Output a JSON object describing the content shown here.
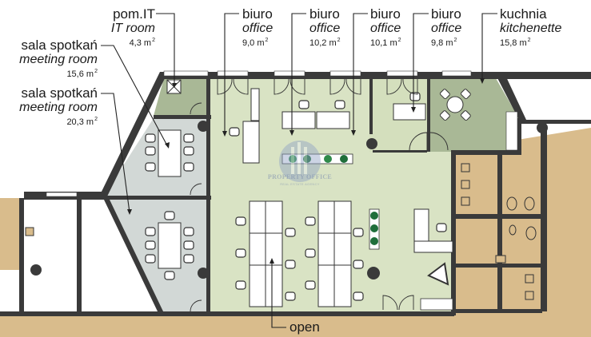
{
  "plan": {
    "rooms": [
      {
        "id": "it-room",
        "name_pl": "pom.IT",
        "name_en": "IT room",
        "area": "4,3",
        "unit": "m",
        "unit_exp": "2"
      },
      {
        "id": "meeting-room-1",
        "name_pl": "sala spotkań",
        "name_en": "meeting room",
        "area": "15,6",
        "unit": "m",
        "unit_exp": "2"
      },
      {
        "id": "meeting-room-2",
        "name_pl": "sala spotkań",
        "name_en": "meeting room",
        "area": "20,3",
        "unit": "m",
        "unit_exp": "2"
      },
      {
        "id": "office-1",
        "name_pl": "biuro",
        "name_en": "office",
        "area": "9,0",
        "unit": "m",
        "unit_exp": "2"
      },
      {
        "id": "office-2",
        "name_pl": "biuro",
        "name_en": "office",
        "area": "10,2",
        "unit": "m",
        "unit_exp": "2"
      },
      {
        "id": "office-3",
        "name_pl": "biuro",
        "name_en": "office",
        "area": "10,1",
        "unit": "m",
        "unit_exp": "2"
      },
      {
        "id": "office-4",
        "name_pl": "biuro",
        "name_en": "office",
        "area": "9,8",
        "unit": "m",
        "unit_exp": "2"
      },
      {
        "id": "kitchenette",
        "name_pl": "kuchnia",
        "name_en": "kitchenette",
        "area": "15,8",
        "unit": "m",
        "unit_exp": "2"
      }
    ],
    "open_label": "open",
    "watermark": {
      "title": "PROPERTY OFFICE",
      "subtitle": "REAL ESTATE AGENCY"
    },
    "colors": {
      "wall": "#3a3a3a",
      "office_green": "#d9e3c4",
      "kitchen_green": "#a9b896",
      "meeting_grey": "#d2d8d6",
      "common_tan": "#d9bc8c",
      "plant_green": "#1f6e3a"
    }
  }
}
